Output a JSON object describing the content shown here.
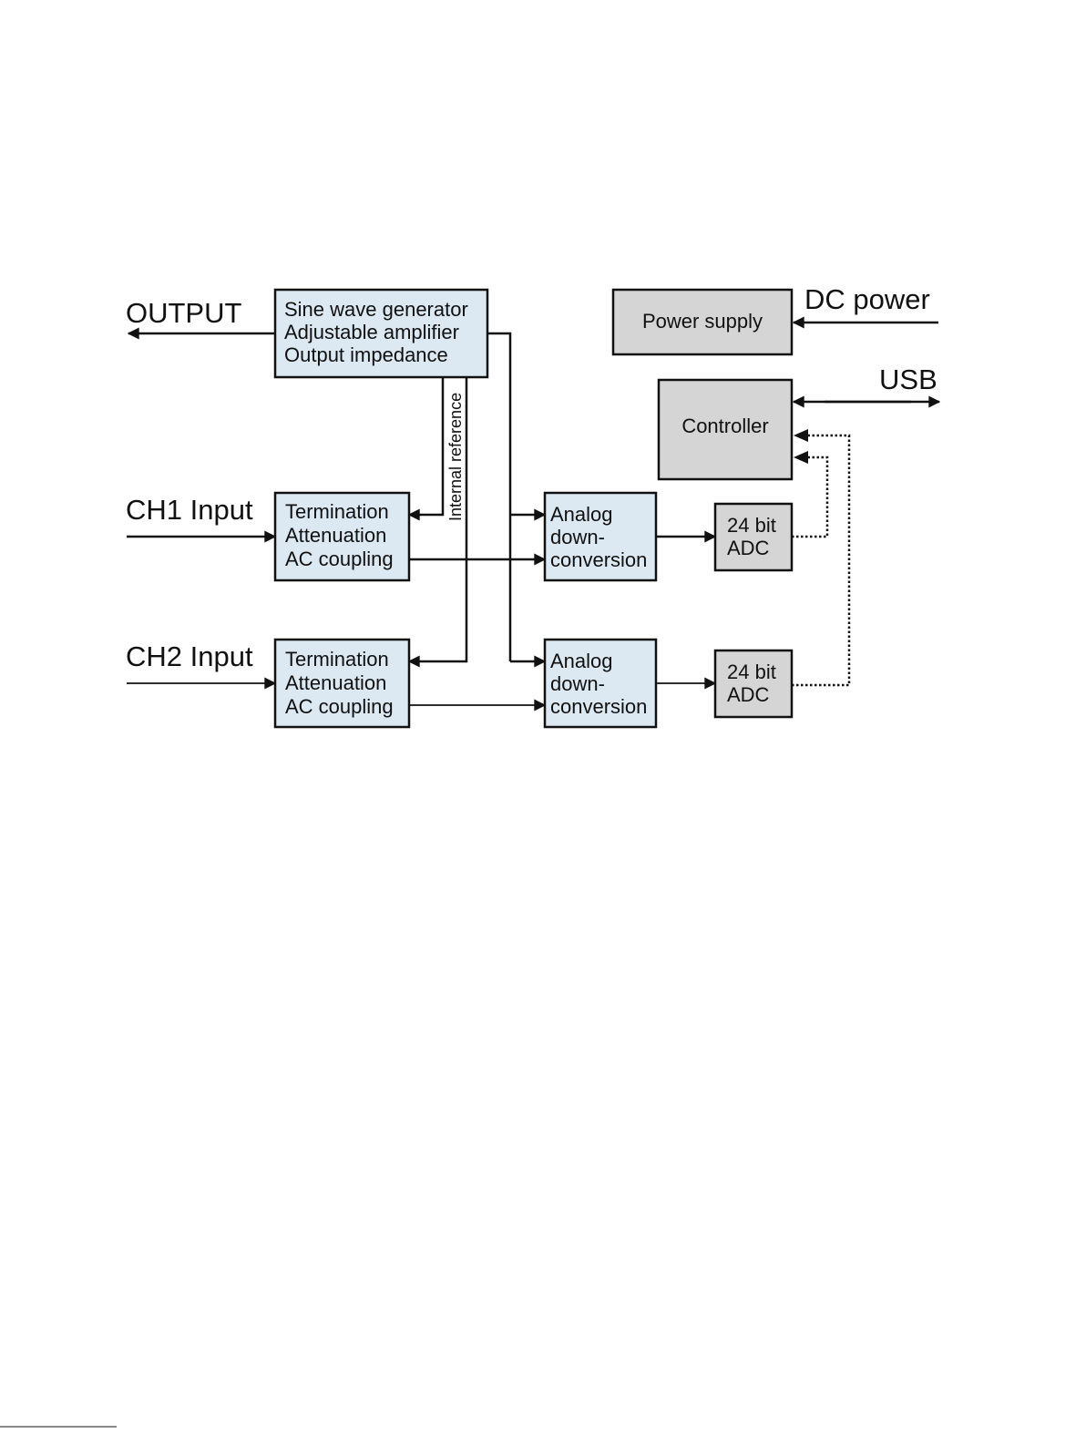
{
  "blocks": {
    "generator": [
      "Sine wave generator",
      "Adjustable amplifier",
      "Output impedance"
    ],
    "ch1_frontend": [
      "Termination",
      "Attenuation",
      "AC coupling"
    ],
    "ch2_frontend": [
      "Termination",
      "Attenuation",
      "AC coupling"
    ],
    "ch1_downconv": [
      "Analog",
      "down-",
      "conversion"
    ],
    "ch2_downconv": [
      "Analog",
      "down-",
      "conversion"
    ],
    "ch1_adc": [
      "24 bit",
      "ADC"
    ],
    "ch2_adc": [
      "24 bit",
      "ADC"
    ],
    "power_supply": "Power supply",
    "controller": "Controller"
  },
  "labels": {
    "output": "OUTPUT",
    "ch1_input": "CH1 Input",
    "ch2_input": "CH2 Input",
    "dc_power": "DC power",
    "usb": "USB",
    "internal_reference": "Internal reference"
  },
  "colors": {
    "signal_block": "#dce9f3",
    "support_block": "#d5d5d5",
    "line": "#111111"
  }
}
